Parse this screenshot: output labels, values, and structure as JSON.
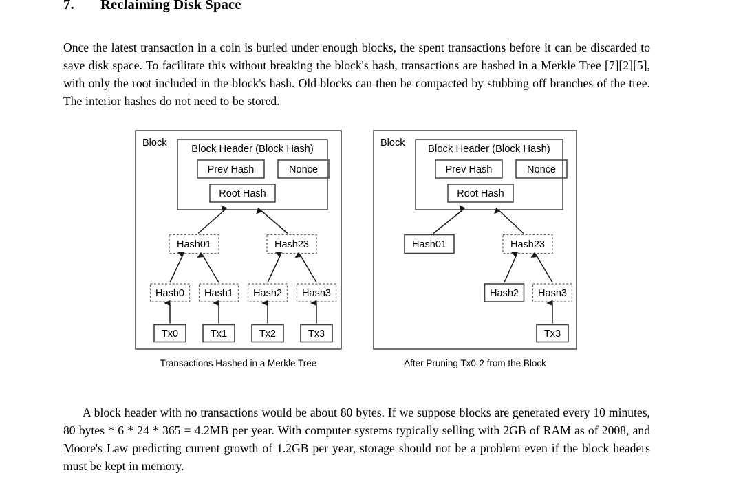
{
  "document": {
    "section": {
      "number": "7.",
      "title": "Reclaiming Disk Space"
    },
    "paragraphs": {
      "intro": "Once the latest transaction in a coin is buried under enough blocks, the spent transactions before it can be discarded to save disk space. To facilitate this without breaking the block's hash, transactions are hashed in a Merkle Tree [7][2][5], with only the root included in the block's hash. Old blocks can then be compacted by stubbing off branches of the tree. The interior hashes do not need to be stored.",
      "outro": "A block header with no transactions would be about 80 bytes. If we suppose blocks are generated every 10 minutes, 80 bytes * 6 * 24 * 365 = 4.2MB per year. With computer systems typically selling with 2GB of RAM as of 2008, and Moore's Law predicting current growth of 1.2GB per year, storage should not be a problem even if the block headers must be kept in memory."
    }
  },
  "figure": {
    "left": {
      "caption": "Transactions Hashed in a Merkle Tree",
      "block_label": "Block",
      "header_title": "Block Header (Block Hash)",
      "prev_hash_label": "Prev Hash",
      "nonce_label": "Nonce",
      "root_hash_label": "Root Hash",
      "interior_nodes": [
        {
          "label": "Hash01",
          "stored": false
        },
        {
          "label": "Hash23",
          "stored": false
        }
      ],
      "leaf_nodes": [
        {
          "label": "Hash0",
          "stored": false
        },
        {
          "label": "Hash1",
          "stored": false
        },
        {
          "label": "Hash2",
          "stored": false
        },
        {
          "label": "Hash3",
          "stored": false
        }
      ],
      "transactions": [
        {
          "label": "Tx0"
        },
        {
          "label": "Tx1"
        },
        {
          "label": "Tx2"
        },
        {
          "label": "Tx3"
        }
      ]
    },
    "right": {
      "caption": "After Pruning Tx0-2 from the Block",
      "block_label": "Block",
      "header_title": "Block Header (Block Hash)",
      "prev_hash_label": "Prev Hash",
      "nonce_label": "Nonce",
      "root_hash_label": "Root Hash",
      "interior_nodes": [
        {
          "label": "Hash01",
          "stored": true
        },
        {
          "label": "Hash23",
          "stored": false
        }
      ],
      "leaf_nodes": [
        {
          "label": "Hash2",
          "stored": true
        },
        {
          "label": "Hash3",
          "stored": false
        }
      ],
      "transactions": [
        {
          "label": "Tx3"
        }
      ]
    }
  },
  "style": {
    "stroke": "#404040",
    "stroke_dark": "#1a1a1a",
    "text": "#000000",
    "background": "#ffffff"
  }
}
